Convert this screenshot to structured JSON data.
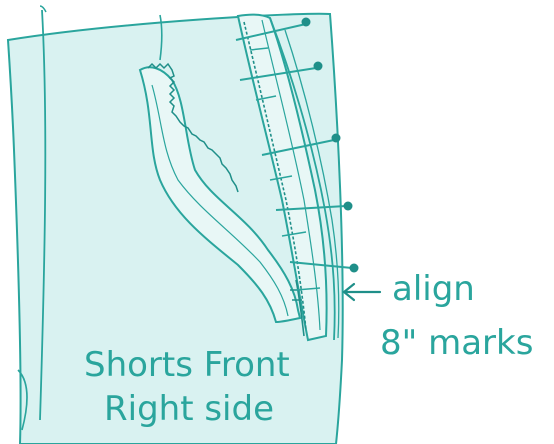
{
  "sketch": {
    "title_line1": "Shorts Front",
    "title_line2": "Right side",
    "note_line1": "align",
    "note_line2": "8\" marks",
    "pins": [
      "pin",
      "pin",
      "pin",
      "pin",
      "pin"
    ],
    "colors": {
      "ink": "#2aa59d",
      "ink_dark": "#1f8f89",
      "paper": "#d9f2f1",
      "paper_light": "#e8f7f6",
      "background": "#ffffff"
    }
  }
}
